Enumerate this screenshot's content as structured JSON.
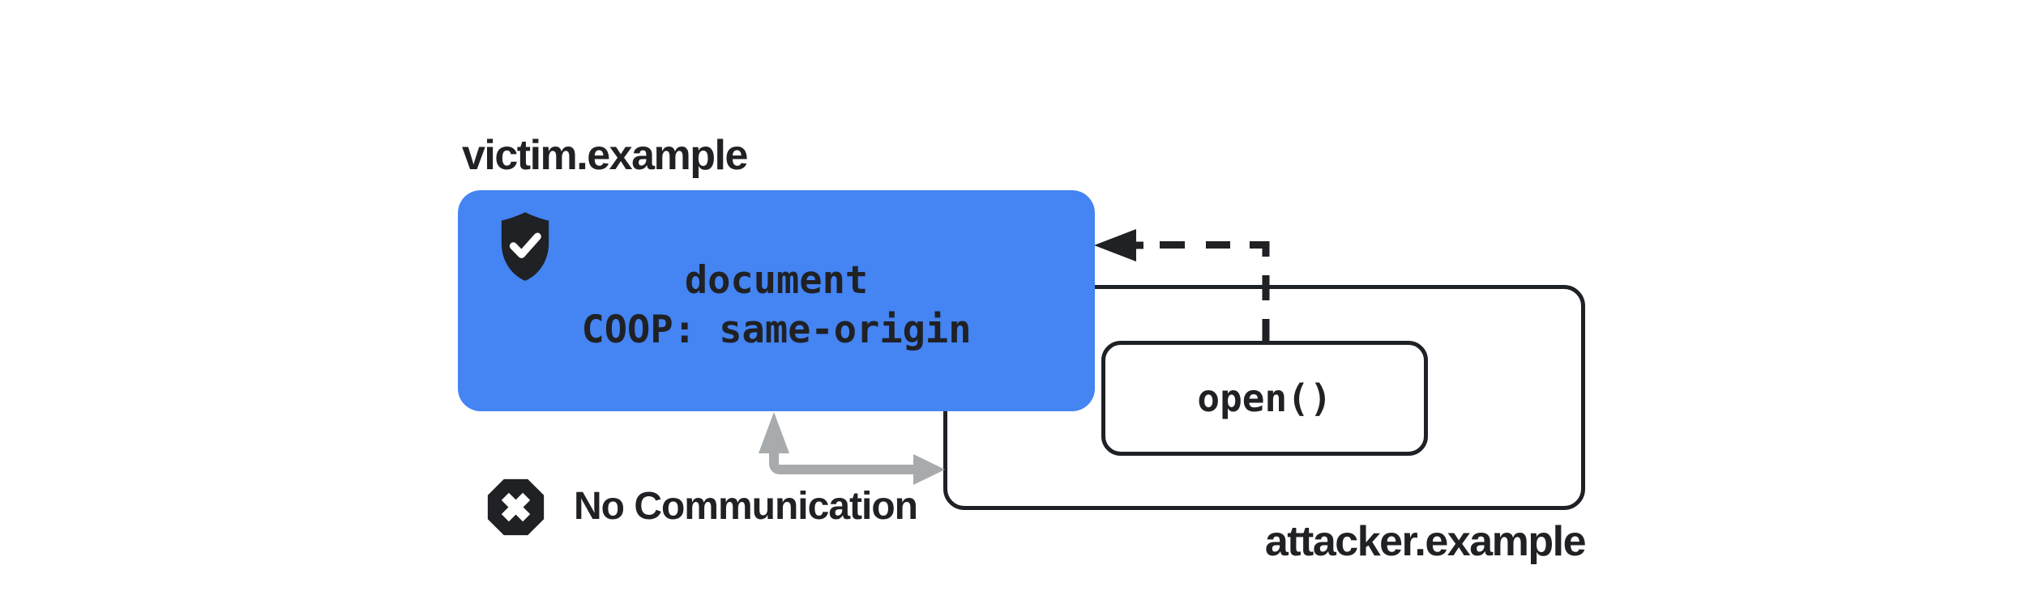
{
  "colors": {
    "background": "#ffffff",
    "window_blue": "#4484F3",
    "ink": "#202124",
    "outline": "#1E2126",
    "gray_arrow": "#A7ABAD"
  },
  "victim": {
    "label": "victim.example",
    "document_line": "document",
    "coop_line": "COOP: same-origin"
  },
  "attacker": {
    "label": "attacker.example",
    "open_call": "open()"
  },
  "no_communication": {
    "label": "No Communication"
  },
  "icons": {
    "shield_check_icon": "black shield with white checkmark",
    "x_octagon_icon": "black octagon with white X",
    "dashed_open_arrow": "black dashed elbow arrow pointing left into victim window",
    "blocked_communication_arrow": "gray elbow arrow with two heads (up and right)"
  }
}
